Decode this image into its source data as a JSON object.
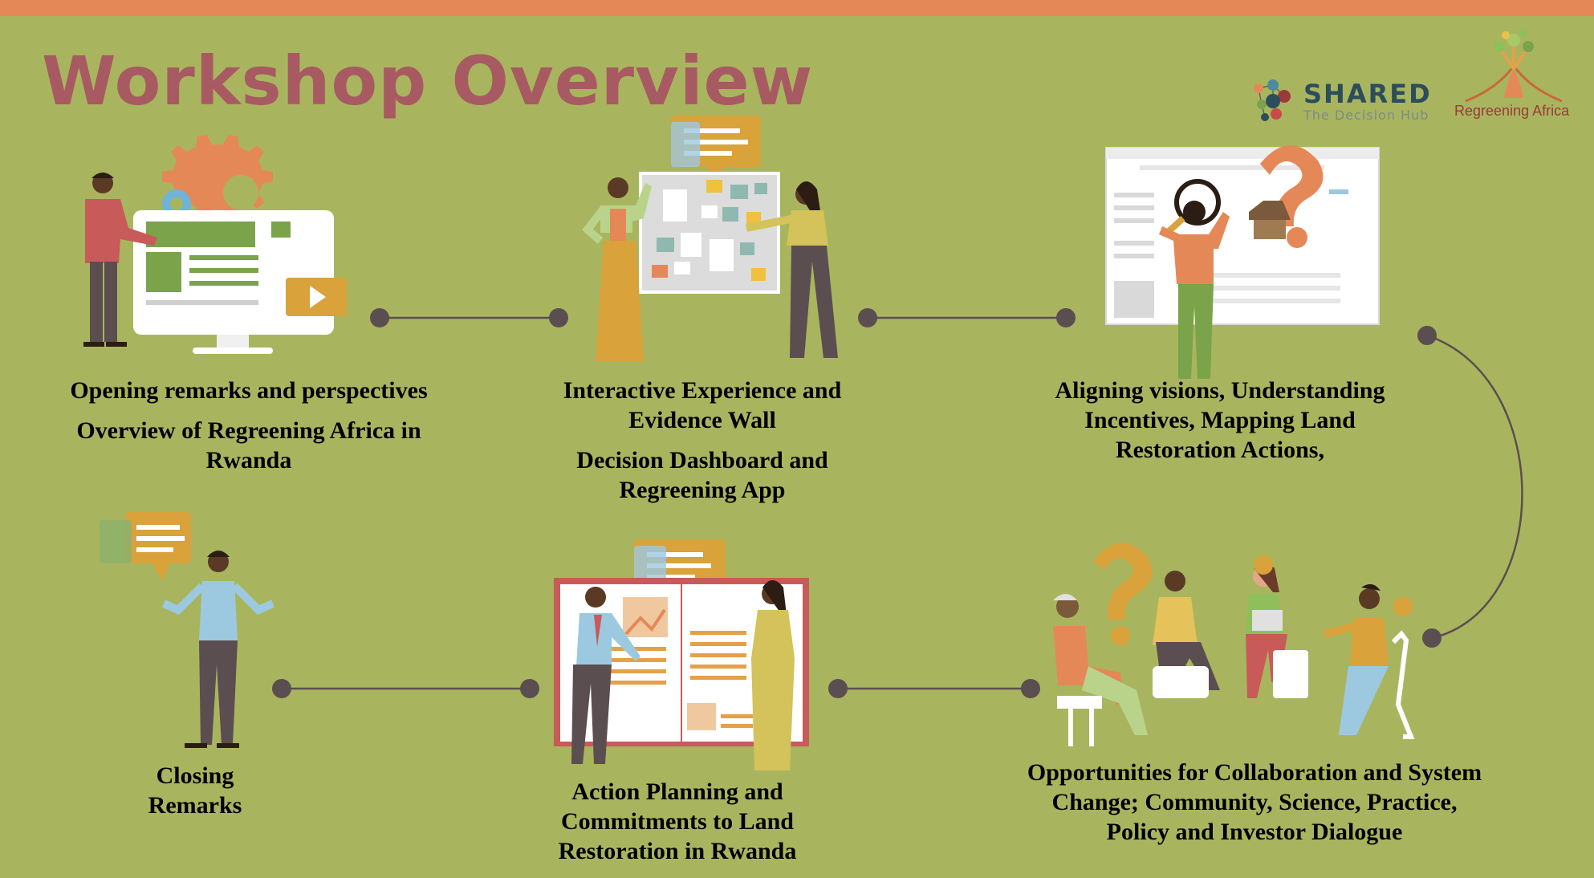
{
  "title": "Workshop Overview",
  "logos": {
    "shared": {
      "name": "SHARED",
      "tagline": "The Decision Hub"
    },
    "regreening": {
      "name": "Regreening Africa"
    }
  },
  "colors": {
    "background": "#a9b55e",
    "top_bar": "#e58858",
    "title": "#a85a62",
    "connector": "#5b4e50"
  },
  "steps": [
    {
      "id": "opening",
      "lines": [
        "Opening remarks and perspectives",
        "Overview of Regreening Africa in Rwanda"
      ]
    },
    {
      "id": "interactive",
      "lines": [
        "Interactive Experience and Evidence Wall",
        "Decision Dashboard and Regreening App"
      ]
    },
    {
      "id": "aligning",
      "lines": [
        "Aligning visions, Understanding Incentives, Mapping Land Restoration Actions,"
      ]
    },
    {
      "id": "opportunities",
      "lines": [
        "Opportunities for Collaboration and System Change; Community, Science, Practice, Policy and Investor Dialogue"
      ]
    },
    {
      "id": "action",
      "lines": [
        "Action Planning and Commitments to Land Restoration in Rwanda"
      ]
    },
    {
      "id": "closing",
      "lines": [
        "Closing Remarks"
      ]
    }
  ]
}
